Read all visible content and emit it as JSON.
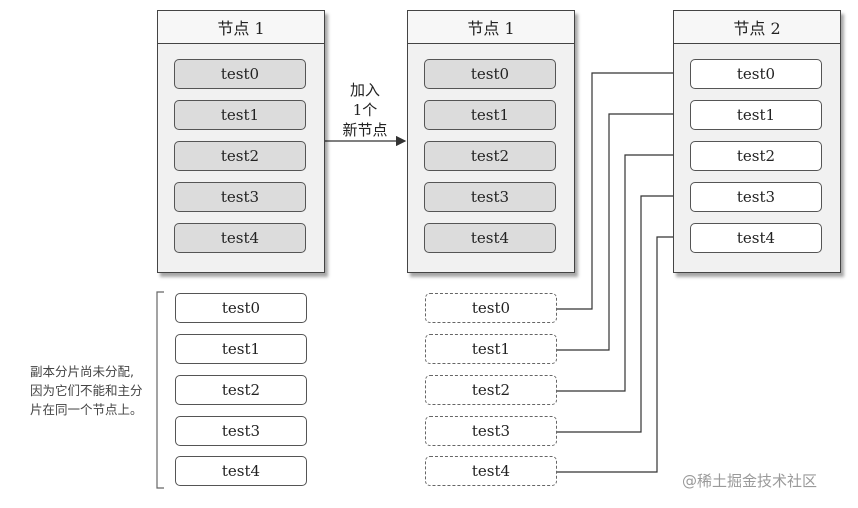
{
  "node_left": {
    "title": "节点 1",
    "primaries": [
      "test0",
      "test1",
      "test2",
      "test3",
      "test4"
    ]
  },
  "node_middle": {
    "title": "节点 1",
    "primaries": [
      "test0",
      "test1",
      "test2",
      "test3",
      "test4"
    ]
  },
  "node_right": {
    "title": "节点 2",
    "replicas": [
      "test0",
      "test1",
      "test2",
      "test3",
      "test4"
    ]
  },
  "unassigned_replicas_left": [
    "test0",
    "test1",
    "test2",
    "test3",
    "test4"
  ],
  "moving_replicas_middle": [
    "test0",
    "test1",
    "test2",
    "test3",
    "test4"
  ],
  "arrow_label": [
    "加入",
    "1个",
    "新节点"
  ],
  "note_lines": [
    "副本分片尚未分配,",
    "因为它们不能和主分",
    "片在同一个节点上。"
  ],
  "watermark": "@稀土掘金技术社区"
}
